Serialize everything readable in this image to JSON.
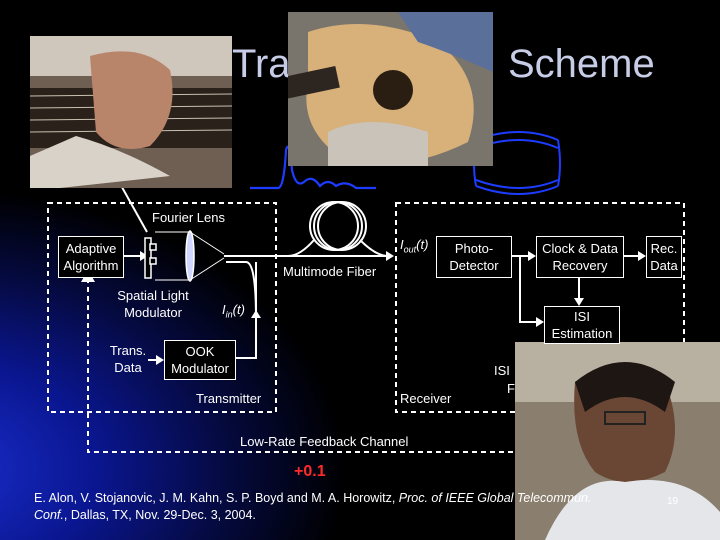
{
  "title": {
    "part1": "Tra",
    "part2": "Scheme"
  },
  "labels": {
    "fourier_lens": "Fourier Lens",
    "adaptive_algorithm": "Adaptive Algorithm",
    "multimode_fiber": "Multimode Fiber",
    "iout_base": "I",
    "iout_sub": "out",
    "iout_arg": "(t)",
    "photodetector": "Photo-Detector",
    "clock_data_recovery": "Clock & Data Recovery",
    "rec_data": "Rec. Data",
    "slm": "Spatial Light Modulator",
    "iin_base": "I",
    "iin_sub": "in",
    "iin_arg": "(t)",
    "isi_estimation": "ISI Estimation",
    "trans_data": "Trans. Data",
    "ook_modulator": "OOK Modulator",
    "transmitter": "Transmitter",
    "receiver": "Receiver",
    "isi_partial_1": "ISI",
    "isi_partial_2": "F",
    "feedback_channel": "Low-Rate Feedback Channel",
    "feedback_value": "+0.1"
  },
  "reference": {
    "authors": "E. Alon, V. Stojanovic, J. M. Kahn, S. P. Boyd and M. A. Horowitz, ",
    "venue_italic_1": "Proc. of IEEE Global Telecommun. Conf.",
    "rest": ", Dallas, TX, Nov. 29-Dec. 3, 2004."
  },
  "slide_number": "19",
  "colors": {
    "background": "#000000",
    "title": "#c7cde6",
    "diagram_lines": "#ffffff",
    "waveform_blue": "#1e3cff",
    "feedback_value": "#ff2a2a",
    "lens_fill": "#cfd6ff"
  },
  "photos": [
    {
      "name": "guitar-neck-hand-photo"
    },
    {
      "name": "acoustic-guitar-photo"
    },
    {
      "name": "person-portrait-photo"
    }
  ]
}
